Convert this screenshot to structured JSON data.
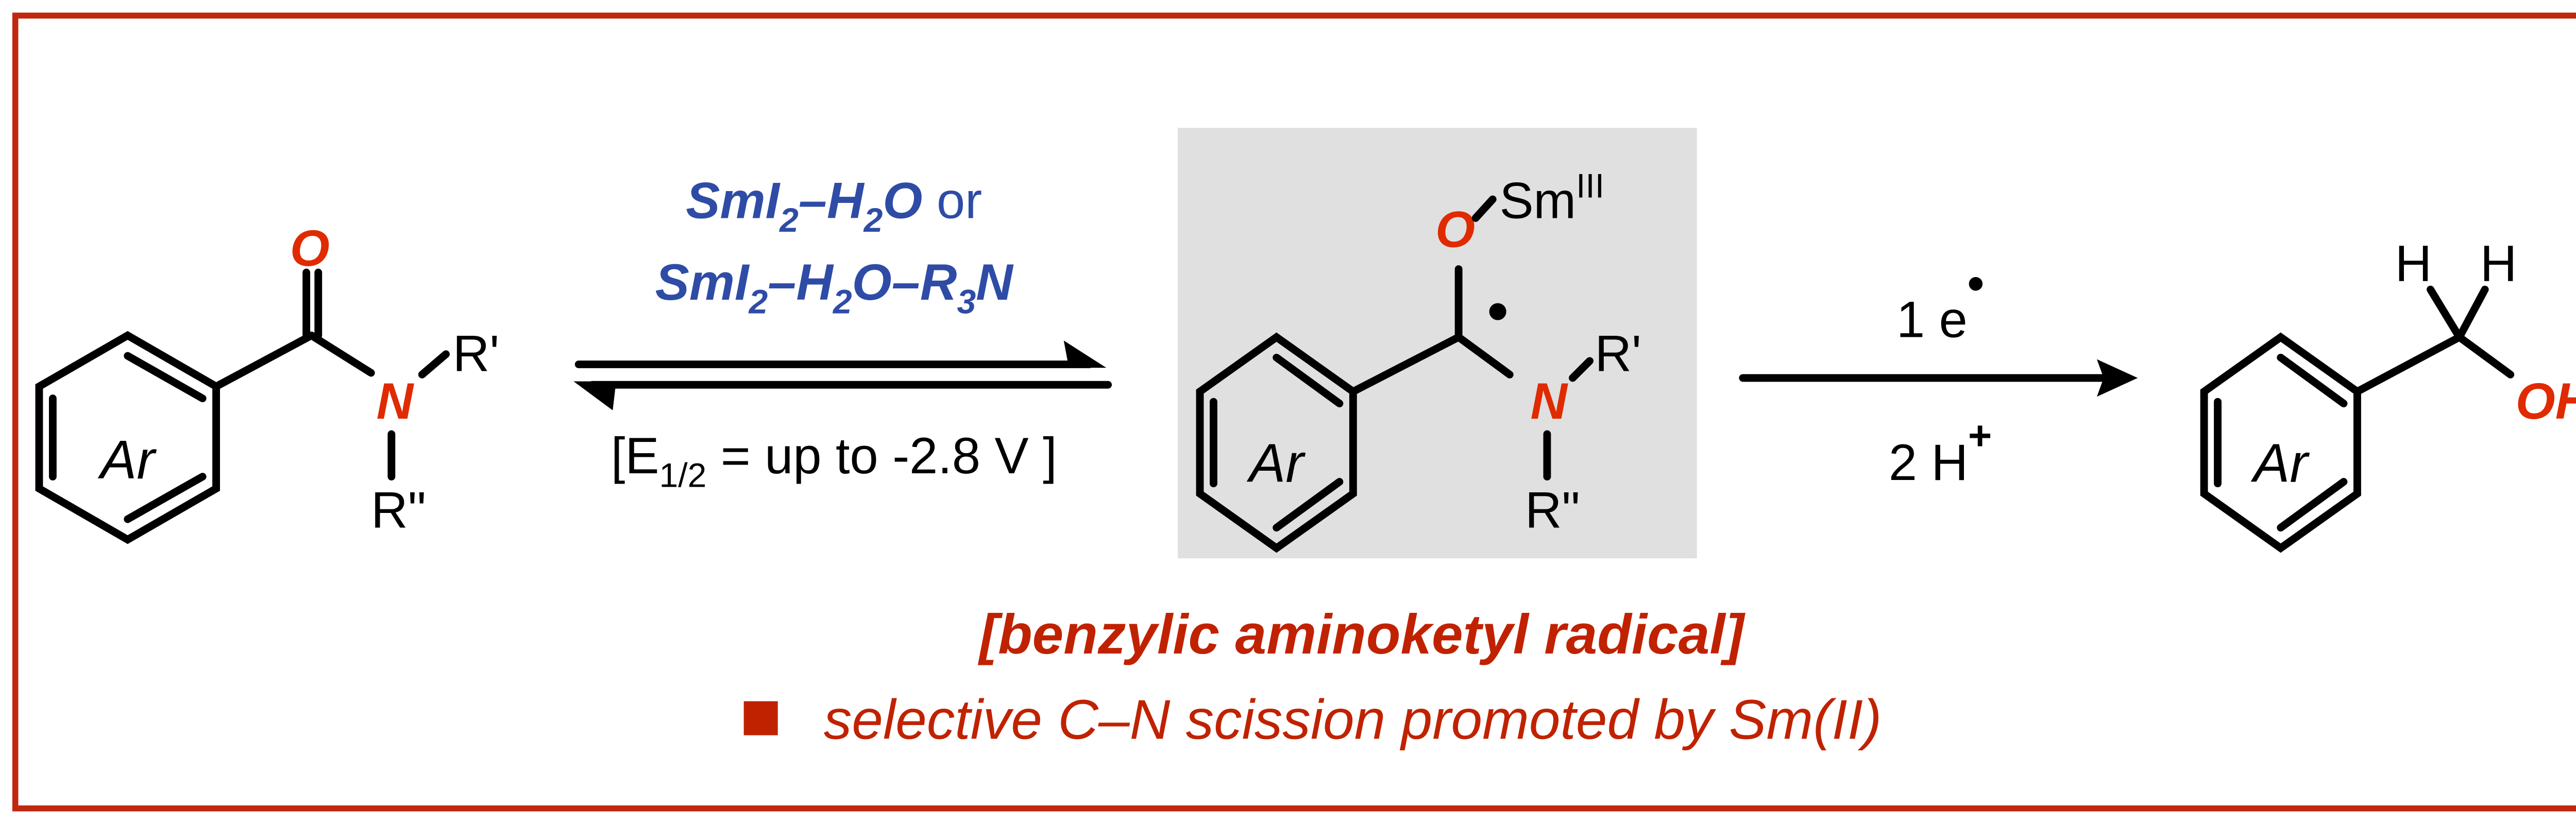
{
  "colors": {
    "border": "#c0280f",
    "atom_red": "#e02a00",
    "reagent_blue": "#2e4ca6",
    "note_red": "#c02200",
    "box_gray": "#e0e0e0"
  },
  "reactant": {
    "ring_label": "Ar",
    "carbonyl_o": "O",
    "n": "N",
    "r1": "R'",
    "r2": "R\""
  },
  "reagents": {
    "line1": {
      "sm": "SmI",
      "sub1": "2",
      "h": "–H",
      "sub2": "2",
      "o": "O",
      "or": " or"
    },
    "line2": {
      "sm": "SmI",
      "sub1": "2",
      "h": "–H",
      "sub2": "2",
      "o": "O–R",
      "sub3": "3",
      "n": "N"
    },
    "potential": {
      "open": "[E",
      "sub": "1/2",
      "rest": " = up to -2.8 V ]"
    }
  },
  "intermediate": {
    "ring_label": "Ar",
    "o": "O",
    "sm": "Sm",
    "sm_sup": "III",
    "n": "N",
    "r1": "R'",
    "r2": "R\""
  },
  "step2": {
    "top": "1 e",
    "top_sup": "•",
    "bottom": "2 H",
    "bottom_sup": "+"
  },
  "product": {
    "ring_label": "Ar",
    "h1": "H",
    "h2": "H",
    "oh": "OH"
  },
  "caption": {
    "title": "[benzylic aminoketyl radical]",
    "note": "selective C–N scission promoted by Sm(II)"
  }
}
